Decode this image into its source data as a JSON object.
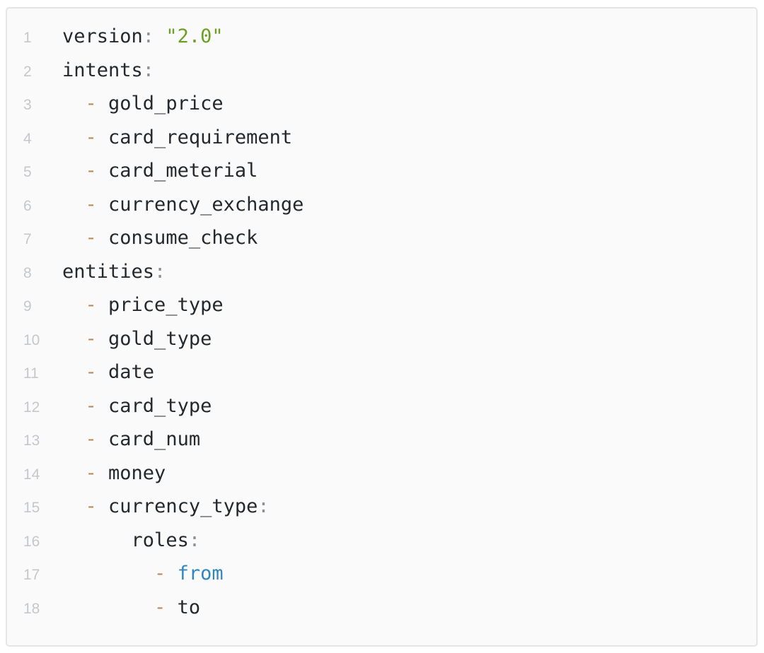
{
  "theme": {
    "page_bg": "#ffffff",
    "block_bg": "#fafafa",
    "block_border": "#e4e5e7",
    "line_number": "#c5c7ca",
    "text": "#24292e",
    "punctuation": "#8b9197",
    "dash": "#bd8b56",
    "string": "#6ca024",
    "keyword": "#3186c1"
  },
  "code": {
    "lines": [
      {
        "n": "1",
        "toks": [
          [
            "version",
            "key"
          ],
          [
            ":",
            "punct"
          ],
          [
            " ",
            "plain"
          ],
          [
            "\"2.0\"",
            "str"
          ]
        ]
      },
      {
        "n": "2",
        "toks": [
          [
            "intents",
            "key"
          ],
          [
            ":",
            "punct"
          ]
        ]
      },
      {
        "n": "3",
        "toks": [
          [
            "  ",
            "plain"
          ],
          [
            "-",
            "dash"
          ],
          [
            " gold_price",
            "plain"
          ]
        ]
      },
      {
        "n": "4",
        "toks": [
          [
            "  ",
            "plain"
          ],
          [
            "-",
            "dash"
          ],
          [
            " card_requirement",
            "plain"
          ]
        ]
      },
      {
        "n": "5",
        "toks": [
          [
            "  ",
            "plain"
          ],
          [
            "-",
            "dash"
          ],
          [
            " card_meterial",
            "plain"
          ]
        ]
      },
      {
        "n": "6",
        "toks": [
          [
            "  ",
            "plain"
          ],
          [
            "-",
            "dash"
          ],
          [
            " currency_exchange",
            "plain"
          ]
        ]
      },
      {
        "n": "7",
        "toks": [
          [
            "  ",
            "plain"
          ],
          [
            "-",
            "dash"
          ],
          [
            " consume_check",
            "plain"
          ]
        ]
      },
      {
        "n": "8",
        "toks": [
          [
            "entities",
            "key"
          ],
          [
            ":",
            "punct"
          ]
        ]
      },
      {
        "n": "9",
        "toks": [
          [
            "  ",
            "plain"
          ],
          [
            "-",
            "dash"
          ],
          [
            " price_type",
            "plain"
          ]
        ]
      },
      {
        "n": "10",
        "toks": [
          [
            "  ",
            "plain"
          ],
          [
            "-",
            "dash"
          ],
          [
            " gold_type",
            "plain"
          ]
        ]
      },
      {
        "n": "11",
        "toks": [
          [
            "  ",
            "plain"
          ],
          [
            "-",
            "dash"
          ],
          [
            " date",
            "plain"
          ]
        ]
      },
      {
        "n": "12",
        "toks": [
          [
            "  ",
            "plain"
          ],
          [
            "-",
            "dash"
          ],
          [
            " card_type",
            "plain"
          ]
        ]
      },
      {
        "n": "13",
        "toks": [
          [
            "  ",
            "plain"
          ],
          [
            "-",
            "dash"
          ],
          [
            " card_num",
            "plain"
          ]
        ]
      },
      {
        "n": "14",
        "toks": [
          [
            "  ",
            "plain"
          ],
          [
            "-",
            "dash"
          ],
          [
            " money",
            "plain"
          ]
        ]
      },
      {
        "n": "15",
        "toks": [
          [
            "  ",
            "plain"
          ],
          [
            "-",
            "dash"
          ],
          [
            " ",
            "plain"
          ],
          [
            "currency_type",
            "key"
          ],
          [
            ":",
            "punct"
          ]
        ]
      },
      {
        "n": "16",
        "toks": [
          [
            "      ",
            "plain"
          ],
          [
            "roles",
            "key"
          ],
          [
            ":",
            "punct"
          ]
        ]
      },
      {
        "n": "17",
        "toks": [
          [
            "        ",
            "plain"
          ],
          [
            "-",
            "dash"
          ],
          [
            " ",
            "plain"
          ],
          [
            "from",
            "kw"
          ]
        ]
      },
      {
        "n": "18",
        "toks": [
          [
            "        ",
            "plain"
          ],
          [
            "-",
            "dash"
          ],
          [
            " to",
            "plain"
          ]
        ]
      }
    ]
  }
}
